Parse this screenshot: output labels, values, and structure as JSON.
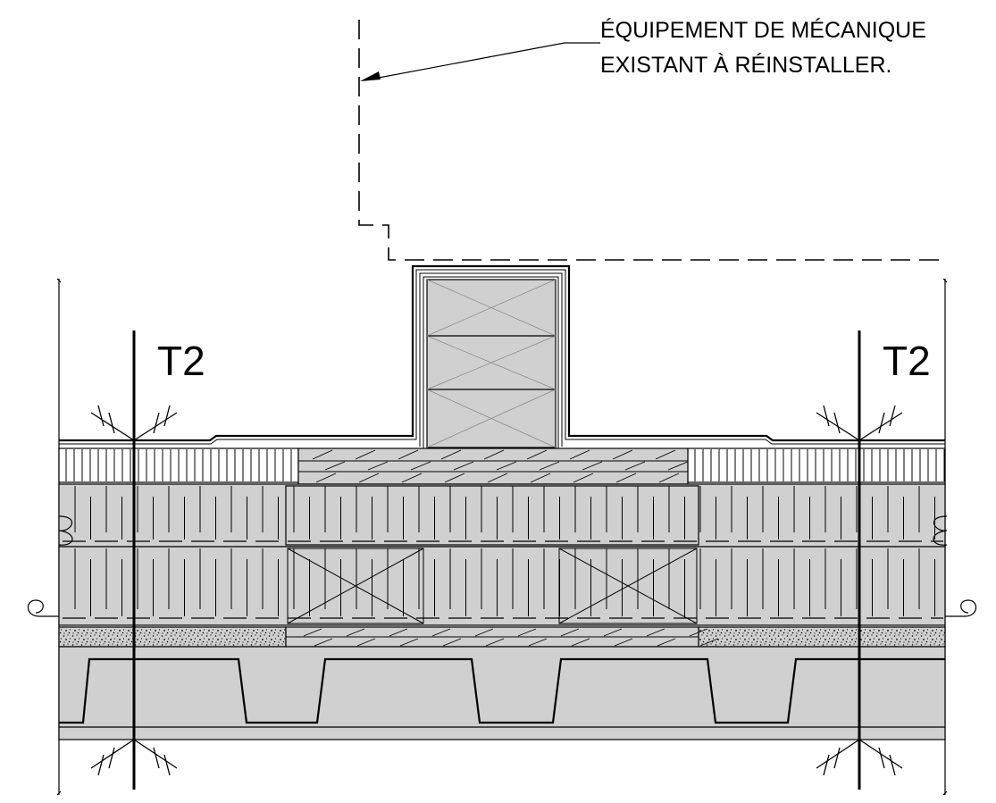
{
  "callout": {
    "line1": "ÉQUIPEMENT DE MÉCANIQUE",
    "line2": "EXISTANT À RÉINSTALLER."
  },
  "section_tags": {
    "left": "T2",
    "right": "T2"
  },
  "colors": {
    "line": "#000000",
    "fill_grey": "#d0d0d0",
    "background": "#ffffff"
  }
}
